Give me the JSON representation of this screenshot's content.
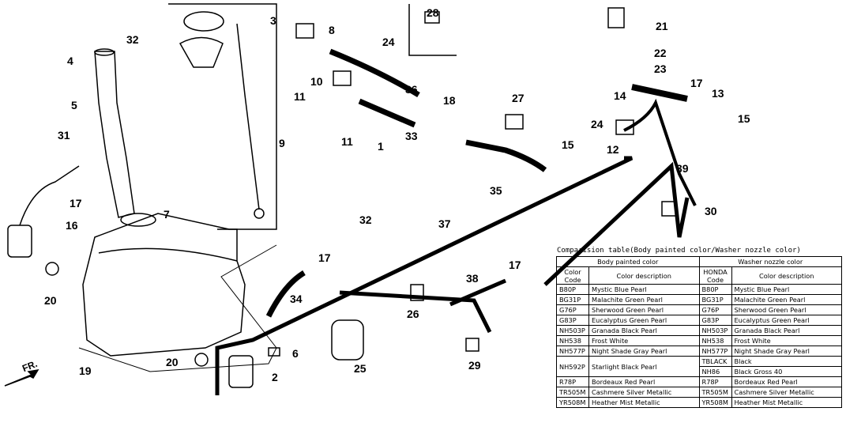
{
  "callouts": [
    "28",
    "21",
    "3",
    "8",
    "32",
    "24",
    "22",
    "4",
    "23",
    "17",
    "36",
    "11",
    "10",
    "14",
    "13",
    "18",
    "27",
    "5",
    "15",
    "24",
    "31",
    "11",
    "33",
    "9",
    "1",
    "15",
    "12",
    "39",
    "35",
    "17",
    "7",
    "30",
    "16",
    "32",
    "37",
    "17",
    "17",
    "20",
    "34",
    "38",
    "26",
    "6",
    "20",
    "25",
    "29",
    "19",
    "2"
  ],
  "front_label": "FR.",
  "table": {
    "title": "Comparision table(Body painted color/Washer nozzle color)",
    "group_headers": [
      "Body painted color",
      "Washer nozzle color"
    ],
    "column_headers": [
      "Color Code",
      "Color description",
      "HONDA Code",
      "Color description"
    ],
    "rows": [
      [
        "B80P",
        "Mystic Blue Pearl",
        "B80P",
        "Mystic Blue Pearl"
      ],
      [
        "BG31P",
        "Malachite Green Pearl",
        "BG31P",
        "Malachite Green Pearl"
      ],
      [
        "G76P",
        "Sherwood Green Pearl",
        "G76P",
        "Sherwood Green Pearl"
      ],
      [
        "G83P",
        "Eucalyptus Green Pearl",
        "G83P",
        "Eucalyptus Green Pearl"
      ],
      [
        "NH503P",
        "Granada Black Pearl",
        "NH503P",
        "Granada Black Pearl"
      ],
      [
        "NH538",
        "Frost White",
        "NH538",
        "Frost White"
      ],
      [
        "NH577P",
        "Night Shade Gray Pearl",
        "NH577P",
        "Night Shade Gray Pearl"
      ],
      [
        "NH592P",
        "Starlight Black Pearl",
        "TBLACK",
        "Black"
      ],
      [
        "",
        "",
        "NH86",
        "Black Gross 40"
      ],
      [
        "R78P",
        "Bordeaux Red Pearl",
        "R78P",
        "Bordeaux Red Pearl"
      ],
      [
        "TR505M",
        "Cashmere Silver Metallic",
        "TR505M",
        "Cashmere Silver Metallic"
      ],
      [
        "YR508M",
        "Heather Mist Metallic",
        "YR508M",
        "Heather Mist Metallic"
      ]
    ]
  }
}
